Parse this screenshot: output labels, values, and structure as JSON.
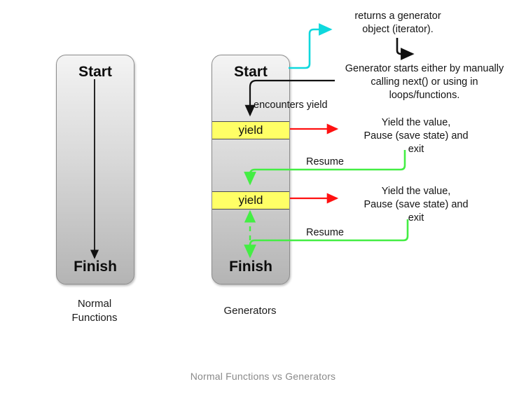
{
  "figure": {
    "title": "Normal Functions vs Generators"
  },
  "colors": {
    "cyan": "#0fd8dd",
    "red": "#ff1111",
    "green": "#44ee44",
    "black": "#111111",
    "yield_fill": "#ffff66",
    "box_top": "#f4f4f4",
    "box_bottom": "#b4b4b4",
    "title_gray": "#8a8a8a"
  },
  "columns": [
    {
      "id": "normal-functions",
      "caption_line1": "Normal",
      "caption_line2": "Functions",
      "start_label": "Start",
      "finish_label": "Finish"
    },
    {
      "id": "generators",
      "caption_line1": "Generators",
      "caption_line2": "",
      "start_label": "Start",
      "finish_label": "Finish",
      "yield_labels": [
        "yield",
        "yield"
      ]
    }
  ],
  "annotations": {
    "returns_generator": "returns a generator\nobject (iterator).",
    "returns_generator_l1": "returns a generator",
    "returns_generator_l2": "object (iterator).",
    "generator_starts_l1": "Generator starts either by manually",
    "generator_starts_l2": "calling next() or using in",
    "generator_starts_l3": "loops/functions.",
    "encounters_yield": "encounters yield",
    "yield_pause_1_l1": "Yield  the value,",
    "yield_pause_1_l2": "Pause (save state) and",
    "yield_pause_1_l3": "exit",
    "yield_pause_2_l1": "Yield  the value,",
    "yield_pause_2_l2": "Pause (save state) and",
    "yield_pause_2_l3": "exit",
    "resume_1": "Resume",
    "resume_2": "Resume"
  }
}
